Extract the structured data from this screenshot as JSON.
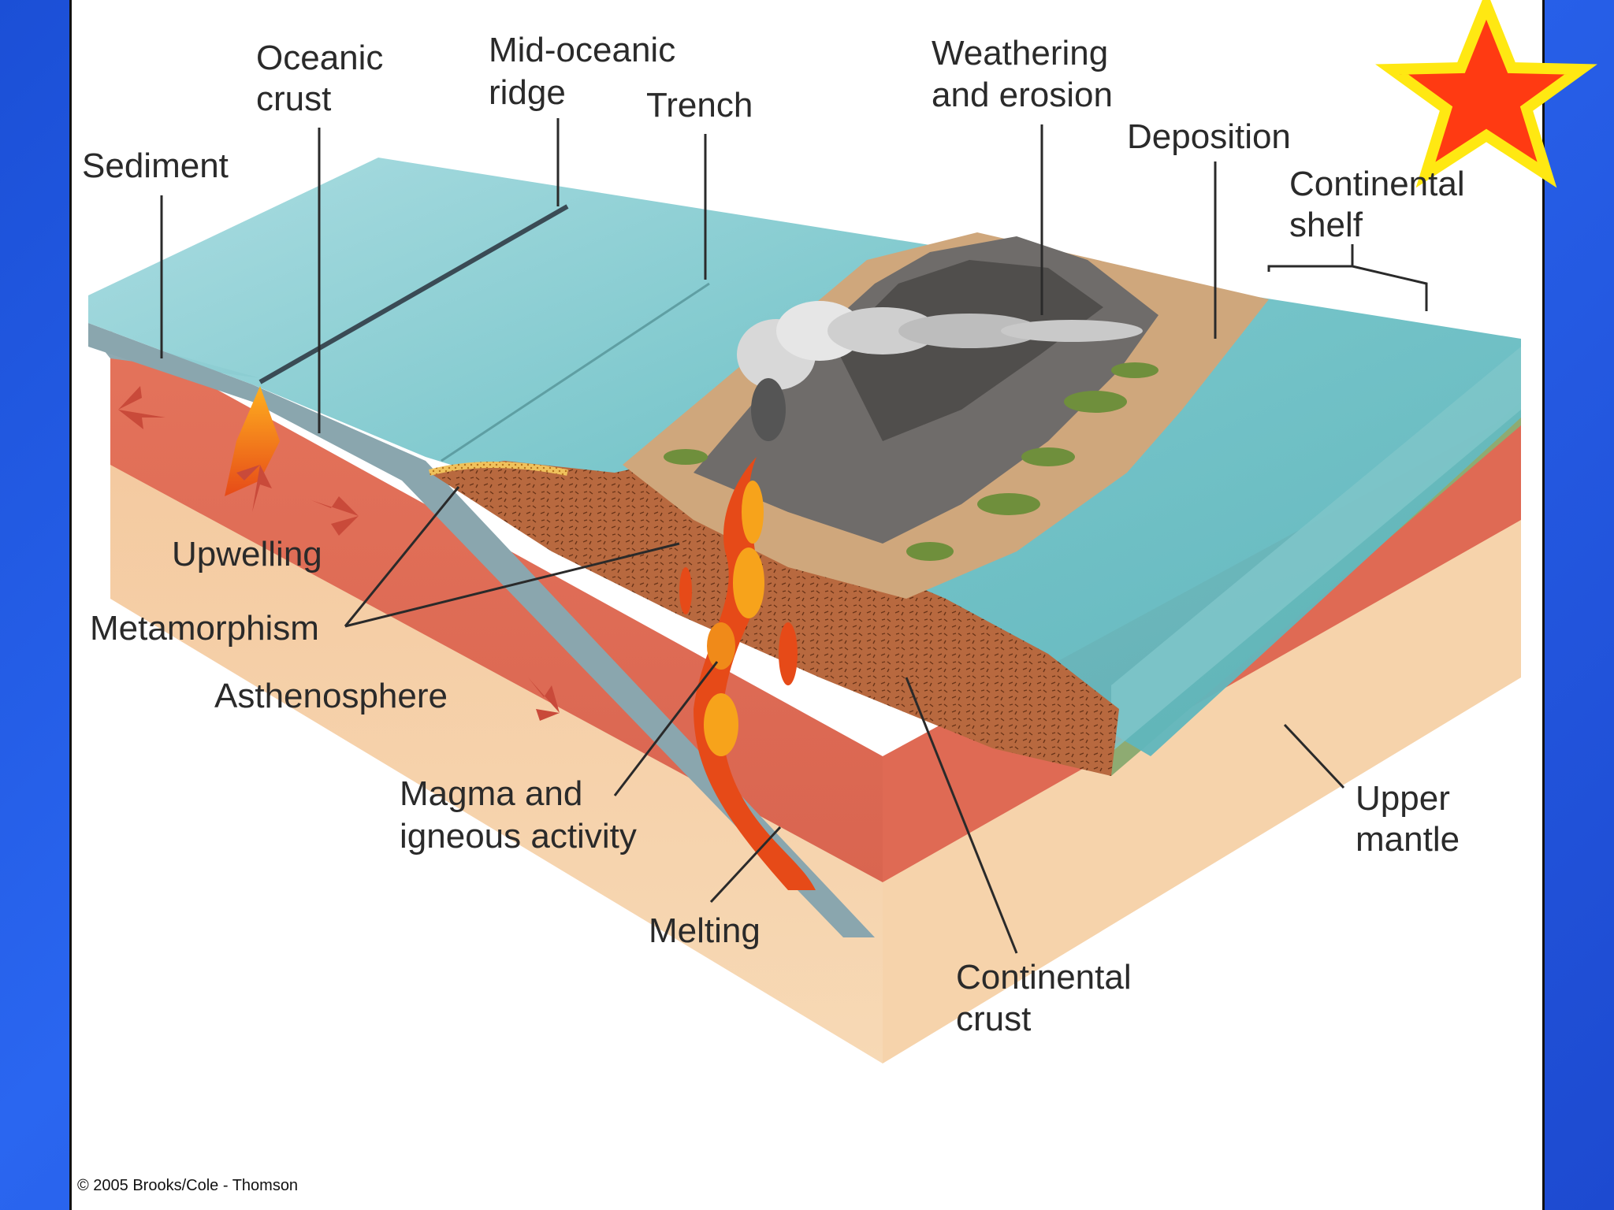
{
  "labels": {
    "oceanic_crust": [
      "Oceanic",
      "crust"
    ],
    "mid_oceanic_ridge": [
      "Mid-oceanic",
      "ridge"
    ],
    "trench": "Trench",
    "weathering": [
      "Weathering",
      "and erosion"
    ],
    "deposition": "Deposition",
    "continental_shelf": [
      "Continental",
      "shelf"
    ],
    "sediment": "Sediment",
    "upwelling": "Upwelling",
    "metamorphism": "Metamorphism",
    "asthenosphere": "Asthenosphere",
    "magma": [
      "Magma and",
      "igneous activity"
    ],
    "melting": "Melting",
    "continental_crust": [
      "Continental",
      "crust"
    ],
    "upper_mantle": [
      "Upper",
      "mantle"
    ]
  },
  "copyright": "© 2005 Brooks/Cole - Thomson",
  "colors": {
    "background_blue": "#1f52d9",
    "star_fill": "#ff3a12",
    "star_outline": "#ffe812",
    "ocean": "#6fc0c4",
    "mantle": "#e0715a",
    "asthenosphere": "#f2c79a",
    "continental_crust": "#b8683d",
    "oceanic_plate": "#8aa6ae",
    "magma": "#f0581e"
  }
}
